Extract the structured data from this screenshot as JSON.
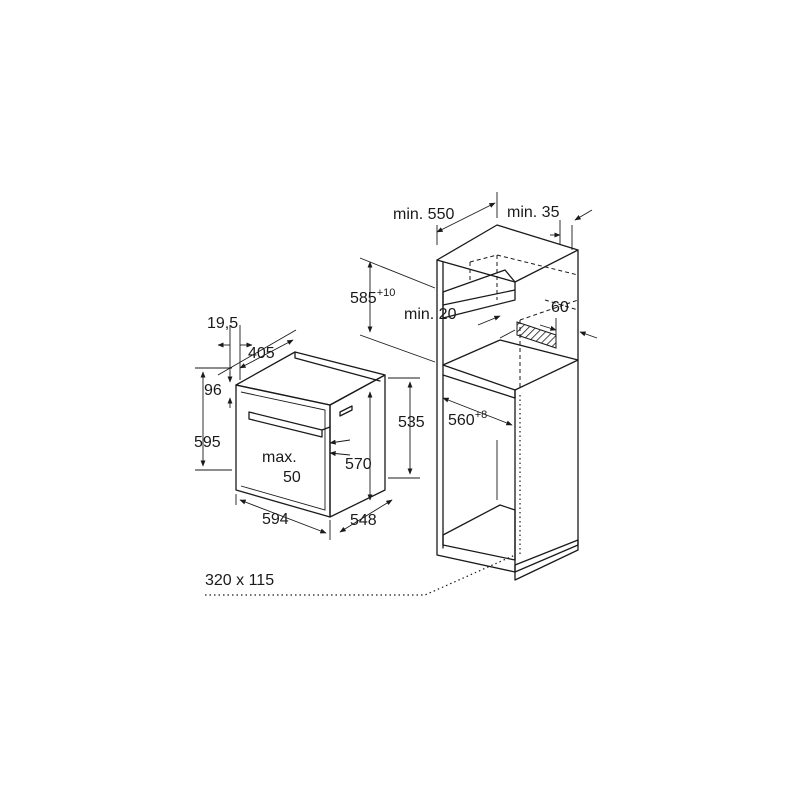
{
  "oven": {
    "depth_top": "19,5",
    "body_depth": "405",
    "top_offset": "96",
    "front_height": "595",
    "max_label": "max.",
    "max_value": "50",
    "width": "594",
    "depth": "548",
    "inner_height": "570",
    "body_height": "535"
  },
  "cabinet": {
    "min_width_label": "min. 550",
    "min_top_label": "min. 35",
    "niche_height": "585",
    "niche_height_tol": "+10",
    "min_gap_label": "min. 20",
    "vent_depth": "60",
    "niche_width": "560",
    "niche_width_tol": "+8"
  },
  "vent": {
    "cutout_label": "320 x 115"
  }
}
